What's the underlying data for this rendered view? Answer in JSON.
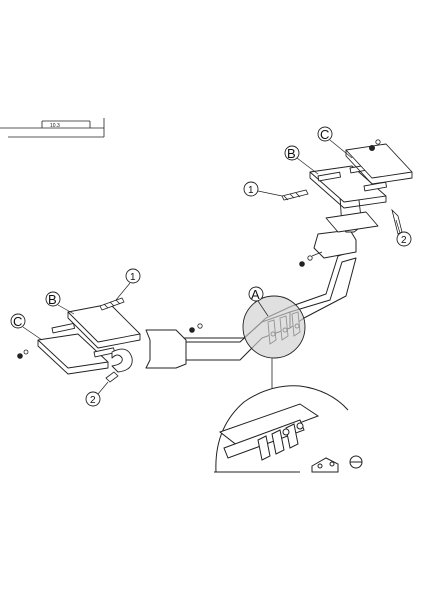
{
  "title_block": {
    "code": "10.3"
  },
  "callouts": {
    "c_right": "C",
    "b_right": "B",
    "one_right": "1",
    "two_right": "2",
    "one_left": "1",
    "b_left": "B",
    "c_left": "C",
    "two_left": "2",
    "a_center": "A"
  },
  "colors": {
    "line": "#222222",
    "detail_fill": "#cfcfcf"
  }
}
